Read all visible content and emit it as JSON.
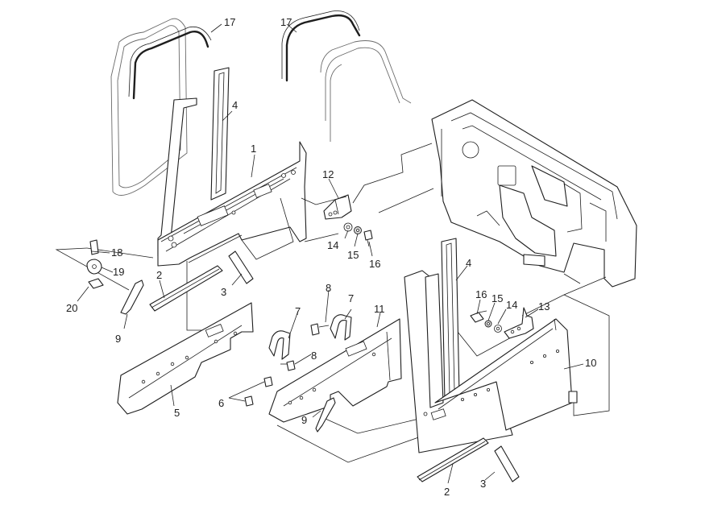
{
  "diagram": {
    "type": "exploded-parts-diagram",
    "callouts": [
      "1",
      "2",
      "3",
      "4",
      "5",
      "6",
      "7",
      "8",
      "9",
      "10",
      "11",
      "12",
      "13",
      "14",
      "15",
      "16",
      "17",
      "18",
      "19",
      "20"
    ]
  }
}
